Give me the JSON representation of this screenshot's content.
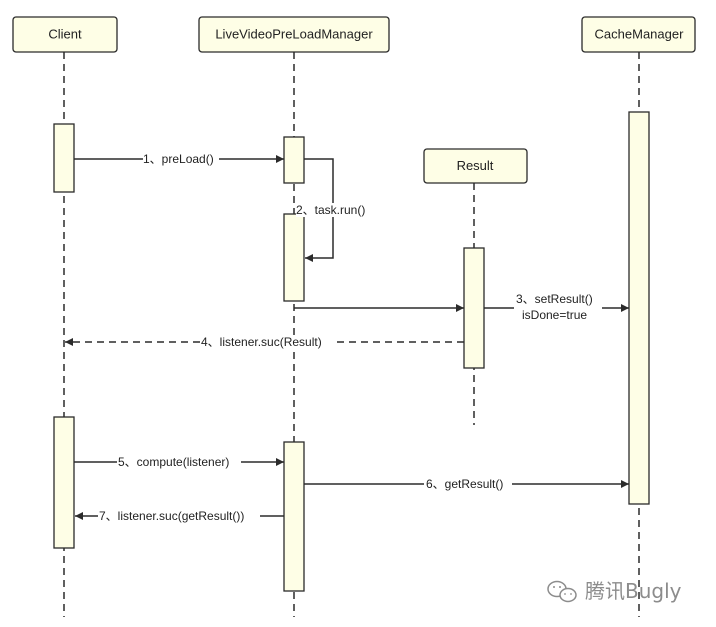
{
  "participants": {
    "client": "Client",
    "manager": "LiveVideoPreLoadManager",
    "cache": "CacheManager",
    "result": "Result"
  },
  "messages": {
    "m1": "1、preLoad()",
    "m2": "2、task.run()",
    "m3a": "3、setResult()",
    "m3b": "isDone=true",
    "m4": "4、listener.suc(Result)",
    "m5": "5、compute(listener)",
    "m6": "6、getResult()",
    "m7": "7、listener.suc(getResult())"
  },
  "watermark": {
    "text": "腾讯Bugly",
    "icon": "wechat-icon"
  },
  "colors": {
    "box_fill": "#fefee6",
    "stroke": "#2b2b2b",
    "watermark": "#8c8c8c"
  }
}
